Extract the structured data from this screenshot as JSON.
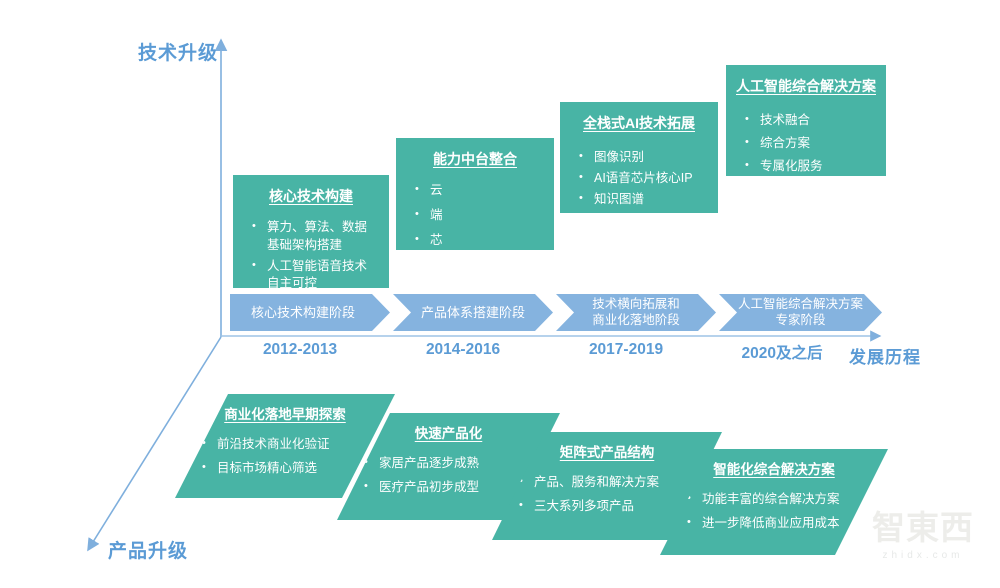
{
  "axes": {
    "tech_label": "技术升级",
    "product_label": "产品升级",
    "timeline_label": "发展历程"
  },
  "tech_boxes": [
    {
      "title": "核心技术构建",
      "bullets": [
        "算力、算法、数据基础架构搭建",
        "人工智能语音技术自主可控"
      ]
    },
    {
      "title": "能力中台整合",
      "bullets": [
        "云",
        "端",
        "芯"
      ]
    },
    {
      "title": "全栈式AI技术拓展",
      "bullets": [
        "图像识别",
        "AI语音芯片核心IP",
        "知识图谱"
      ]
    },
    {
      "title": "人工智能综合解决方案",
      "bullets": [
        "技术融合",
        "综合方案",
        "专属化服务"
      ]
    }
  ],
  "timeline": {
    "phases": [
      "核心技术构建阶段",
      "产品体系搭建阶段",
      "技术横向拓展和\n商业化落地阶段",
      "人工智能综合解决方案\n专家阶段"
    ],
    "years": [
      "2012-2013",
      "2014-2016",
      "2017-2019",
      "2020及之后"
    ]
  },
  "product_boxes": [
    {
      "title": "商业化落地早期探索",
      "bullets": [
        "前沿技术商业化验证",
        "目标市场精心筛选"
      ]
    },
    {
      "title": "快速产品化",
      "bullets": [
        "家居产品逐步成熟",
        "医疗产品初步成型"
      ]
    },
    {
      "title": "矩阵式产品结构",
      "bullets": [
        "产品、服务和解决方案",
        "三大系列多项产品"
      ]
    },
    {
      "title": "智能化综合解决方案",
      "bullets": [
        "功能丰富的综合解决方案",
        "进一步降低商业应用成本"
      ]
    }
  ],
  "watermark": {
    "logo": "智東西",
    "domain": "zhidx.com"
  },
  "colors": {
    "teal": "#48b4a5",
    "banner_blue": "#85b3df",
    "accent_blue": "#5b9bd5",
    "line_blue": "#7fafdd"
  }
}
